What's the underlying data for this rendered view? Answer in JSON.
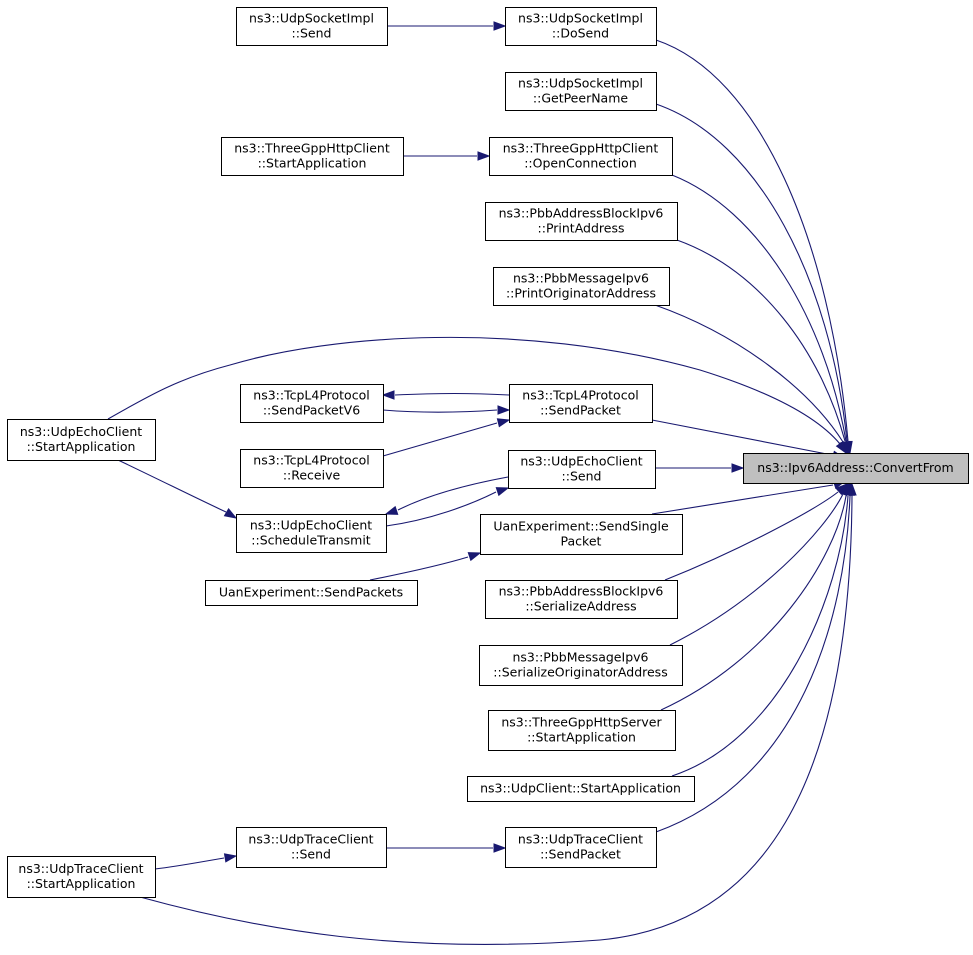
{
  "graph": {
    "colors": {
      "edge": "#191970",
      "node_border": "#000000",
      "target_fill": "#bfbfbf",
      "node_fill": "#ffffff"
    },
    "nodes": [
      {
        "id": "convert_from",
        "lines": [
          "ns3::Ipv6Address::ConvertFrom"
        ],
        "target": true
      },
      {
        "id": "udp_socket_send",
        "lines": [
          "ns3::UdpSocketImpl",
          "::Send"
        ]
      },
      {
        "id": "udp_socket_dosend",
        "lines": [
          "ns3::UdpSocketImpl",
          "::DoSend"
        ]
      },
      {
        "id": "udp_socket_getpeername",
        "lines": [
          "ns3::UdpSocketImpl",
          "::GetPeerName"
        ]
      },
      {
        "id": "http_client_start",
        "lines": [
          "ns3::ThreeGppHttpClient",
          "::StartApplication"
        ]
      },
      {
        "id": "http_client_openconn",
        "lines": [
          "ns3::ThreeGppHttpClient",
          "::OpenConnection"
        ]
      },
      {
        "id": "pbb_block_print",
        "lines": [
          "ns3::PbbAddressBlockIpv6",
          "::PrintAddress"
        ]
      },
      {
        "id": "pbb_msg_print",
        "lines": [
          "ns3::PbbMessageIpv6",
          "::PrintOriginatorAddress"
        ]
      },
      {
        "id": "tcp_sendpacketv6",
        "lines": [
          "ns3::TcpL4Protocol",
          "::SendPacketV6"
        ]
      },
      {
        "id": "tcp_sendpacket",
        "lines": [
          "ns3::TcpL4Protocol",
          "::SendPacket"
        ]
      },
      {
        "id": "udpecho_start",
        "lines": [
          "ns3::UdpEchoClient",
          "::StartApplication"
        ]
      },
      {
        "id": "tcp_receive",
        "lines": [
          "ns3::TcpL4Protocol",
          "::Receive"
        ]
      },
      {
        "id": "udpecho_send",
        "lines": [
          "ns3::UdpEchoClient",
          "::Send"
        ]
      },
      {
        "id": "udpecho_schedule",
        "lines": [
          "ns3::UdpEchoClient",
          "::ScheduleTransmit"
        ]
      },
      {
        "id": "uan_sendsingle",
        "lines": [
          "UanExperiment::SendSingle",
          "Packet"
        ]
      },
      {
        "id": "uan_sendpackets",
        "lines": [
          "UanExperiment::SendPackets"
        ]
      },
      {
        "id": "pbb_block_serialize",
        "lines": [
          "ns3::PbbAddressBlockIpv6",
          "::SerializeAddress"
        ]
      },
      {
        "id": "pbb_msg_serialize",
        "lines": [
          "ns3::PbbMessageIpv6",
          "::SerializeOriginatorAddress"
        ]
      },
      {
        "id": "http_server_start",
        "lines": [
          "ns3::ThreeGppHttpServer",
          "::StartApplication"
        ]
      },
      {
        "id": "udpclient_start",
        "lines": [
          "ns3::UdpClient::StartApplication"
        ]
      },
      {
        "id": "udptrace_send",
        "lines": [
          "ns3::UdpTraceClient",
          "::Send"
        ]
      },
      {
        "id": "udptrace_sendpacket",
        "lines": [
          "ns3::UdpTraceClient",
          "::SendPacket"
        ]
      },
      {
        "id": "udptrace_start",
        "lines": [
          "ns3::UdpTraceClient",
          "::StartApplication"
        ]
      }
    ],
    "edges": [
      {
        "from": "udp_socket_send",
        "to": "udp_socket_dosend"
      },
      {
        "from": "udp_socket_dosend",
        "to": "convert_from"
      },
      {
        "from": "udp_socket_getpeername",
        "to": "convert_from"
      },
      {
        "from": "http_client_start",
        "to": "http_client_openconn"
      },
      {
        "from": "http_client_openconn",
        "to": "convert_from"
      },
      {
        "from": "pbb_block_print",
        "to": "convert_from"
      },
      {
        "from": "pbb_msg_print",
        "to": "convert_from"
      },
      {
        "from": "udpecho_start",
        "to": "convert_from"
      },
      {
        "from": "tcp_sendpacket",
        "to": "tcp_sendpacketv6"
      },
      {
        "from": "tcp_sendpacketv6",
        "to": "tcp_sendpacket"
      },
      {
        "from": "tcp_receive",
        "to": "tcp_sendpacket"
      },
      {
        "from": "tcp_sendpacket",
        "to": "convert_from"
      },
      {
        "from": "udpecho_send",
        "to": "convert_from"
      },
      {
        "from": "udpecho_send",
        "to": "udpecho_schedule"
      },
      {
        "from": "udpecho_schedule",
        "to": "udpecho_send"
      },
      {
        "from": "udpecho_start",
        "to": "udpecho_schedule"
      },
      {
        "from": "uan_sendpackets",
        "to": "uan_sendsingle"
      },
      {
        "from": "uan_sendsingle",
        "to": "convert_from"
      },
      {
        "from": "pbb_block_serialize",
        "to": "convert_from"
      },
      {
        "from": "pbb_msg_serialize",
        "to": "convert_from"
      },
      {
        "from": "http_server_start",
        "to": "convert_from"
      },
      {
        "from": "udpclient_start",
        "to": "convert_from"
      },
      {
        "from": "udptrace_start",
        "to": "udptrace_send"
      },
      {
        "from": "udptrace_send",
        "to": "udptrace_sendpacket"
      },
      {
        "from": "udptrace_sendpacket",
        "to": "convert_from"
      },
      {
        "from": "udptrace_start",
        "to": "convert_from"
      }
    ]
  }
}
